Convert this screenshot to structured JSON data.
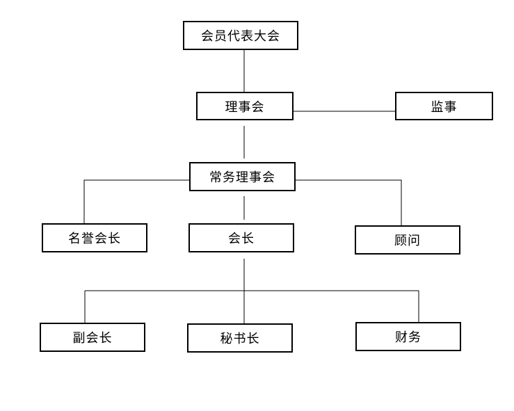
{
  "org_chart": {
    "nodes": {
      "assembly": "会员代表大会",
      "council": "理事会",
      "supervisor": "监事",
      "standing_council": "常务理事会",
      "honorary_president": "名誉会长",
      "president": "会长",
      "advisor": "顾问",
      "vice_president": "副会长",
      "secretary_general": "秘书长",
      "finance": "财务"
    },
    "edges": [
      [
        "assembly",
        "council"
      ],
      [
        "council",
        "supervisor"
      ],
      [
        "council",
        "standing_council"
      ],
      [
        "standing_council",
        "honorary_president"
      ],
      [
        "standing_council",
        "president"
      ],
      [
        "standing_council",
        "advisor"
      ],
      [
        "president",
        "vice_president"
      ],
      [
        "president",
        "secretary_general"
      ],
      [
        "president",
        "finance"
      ]
    ],
    "colors": {
      "line": "#000000",
      "box_border": "#000000",
      "background": "#ffffff"
    }
  }
}
